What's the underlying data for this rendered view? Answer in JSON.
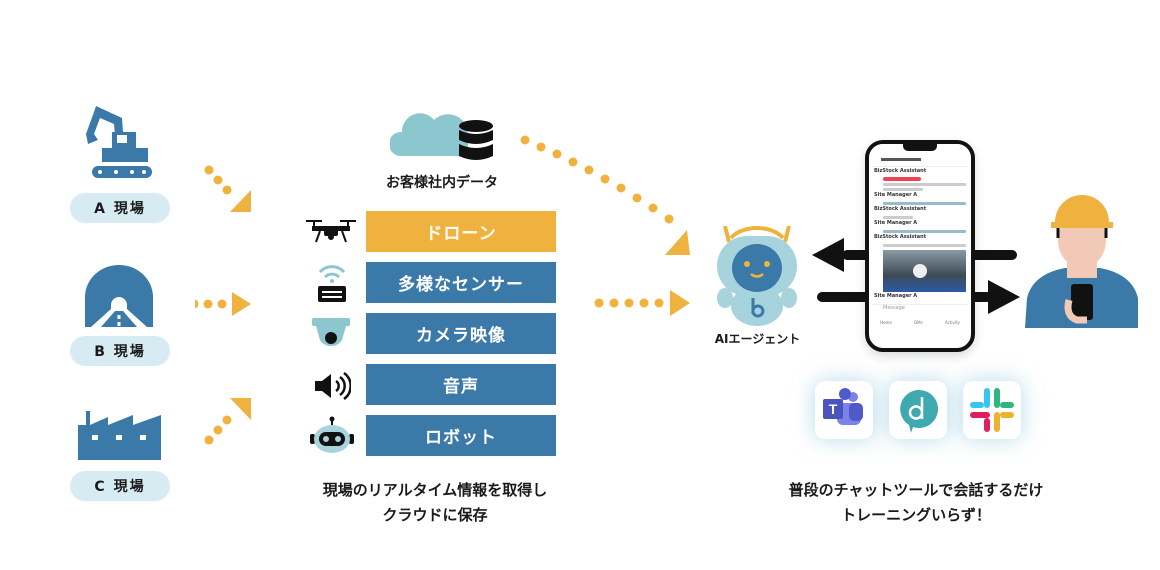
{
  "sites": [
    {
      "label": "A 現場",
      "icon": "excavator-icon"
    },
    {
      "label": "B 現場",
      "icon": "tunnel-icon"
    },
    {
      "label": "C 現場",
      "icon": "factory-icon"
    }
  ],
  "customer_data": {
    "label": "お客様社内データ",
    "icons": [
      "cloud-icon",
      "database-icon"
    ]
  },
  "sources": [
    {
      "label": "ドローン",
      "icon": "drone-icon"
    },
    {
      "label": "多様なセンサー",
      "icon": "sensor-icon"
    },
    {
      "label": "カメラ映像",
      "icon": "camera-icon"
    },
    {
      "label": "音声",
      "icon": "speaker-icon"
    },
    {
      "label": "ロボット",
      "icon": "robot-icon"
    }
  ],
  "left_caption": [
    "現場のリアルタイム情報を取得し",
    "クラウドに保存"
  ],
  "agent": {
    "label": "AIエージェント"
  },
  "phone": {
    "messages": [
      {
        "sender": "BizStock Assistant"
      },
      {
        "sender": "Site Manager A"
      },
      {
        "sender": "BizStock Assistant"
      },
      {
        "sender": "Site Manager A"
      },
      {
        "sender": "BizStock Assistant"
      },
      {
        "sender": "Site Manager A"
      }
    ],
    "input_placeholder": "Message",
    "nav": [
      "Home",
      "DMs",
      "Activity"
    ]
  },
  "chat_apps": [
    "teams-icon",
    "d-chat-icon",
    "slack-icon"
  ],
  "right_caption": [
    "普段のチャットツールで会話するだけ",
    "トレーニングいらず！"
  ],
  "colors": {
    "blue": "#3a79a8",
    "orange": "#f0b23f",
    "pill": "#d7ecf2"
  }
}
